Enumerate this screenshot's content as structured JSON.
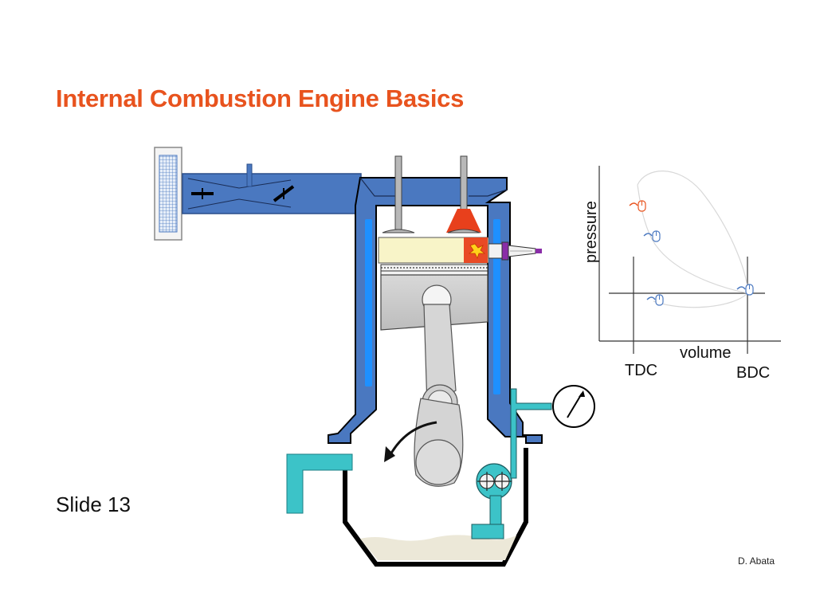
{
  "slide": {
    "title": "Internal Combustion Engine Basics",
    "slide_number_label": "Slide 13",
    "author": "D. Abata"
  },
  "pv_diagram": {
    "y_axis_label": "pressure",
    "x_axis_label": "volume",
    "markers": [
      "TDC",
      "BDC"
    ]
  },
  "colors": {
    "title": "#e8531e",
    "coolant_jacket": "#4a78c0",
    "coolant_channel": "#1e90ff",
    "oil_system": "#3cc3c8",
    "exhaust_hot": "#e8401c",
    "intake_charge": "#f8f4c8",
    "piston_grey": "#c9c9c9",
    "oil_sump": "#ece8d8",
    "spark_plug_tip": "#8a2da8",
    "pv_hot_marker": "#e8531e",
    "pv_marker": "#4a78c0"
  }
}
